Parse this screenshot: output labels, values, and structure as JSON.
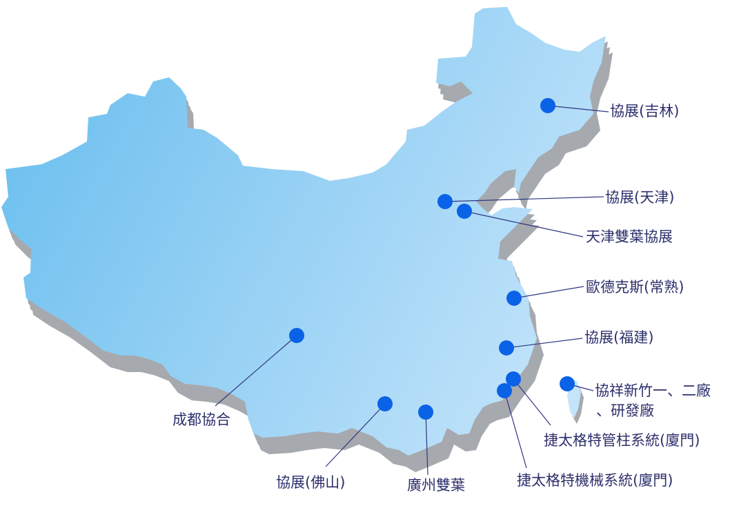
{
  "colors": {
    "land_west": "#6ec0ef",
    "land_east": "#c4e4fa",
    "shadow": "#a6a9ae",
    "marker": "#0a62e6",
    "leader_line": "#2e3680",
    "label_text": "#2c2f6b"
  },
  "locations": [
    {
      "id": "jilin",
      "label": "協展(吉林)"
    },
    {
      "id": "tianjin",
      "label": "協展(天津)"
    },
    {
      "id": "tianjin-shuangye",
      "label": "天津雙葉協展"
    },
    {
      "id": "changshu",
      "label": "歐德克斯(常熟)"
    },
    {
      "id": "fujian",
      "label": "協展(福建)"
    },
    {
      "id": "hsinchu",
      "label": "協祥新竹一、二廠",
      "label_line2": "、研發廠"
    },
    {
      "id": "xiamen-pipe",
      "label": "捷太格特管柱系統(廈門)"
    },
    {
      "id": "xiamen-machinery",
      "label": "捷太格特機械系統(廈門)"
    },
    {
      "id": "guangzhou",
      "label": "廣州雙葉"
    },
    {
      "id": "foshan",
      "label": "協展(佛山)"
    },
    {
      "id": "chengdu",
      "label": "成都協合"
    }
  ]
}
